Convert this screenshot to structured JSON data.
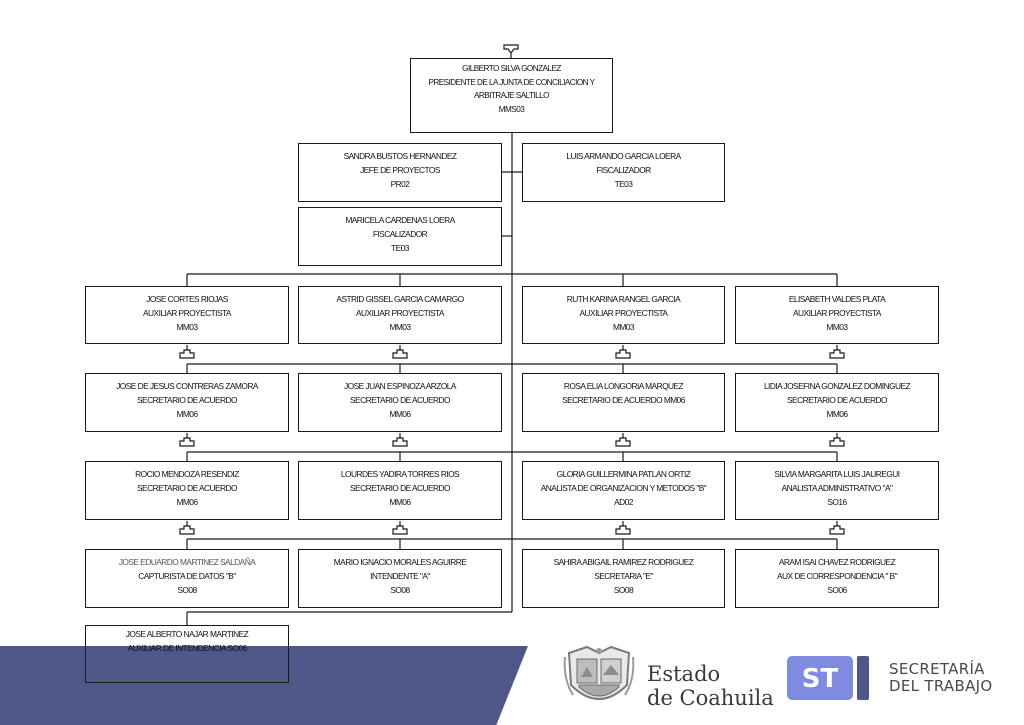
{
  "colors": {
    "band": "#4e5787",
    "st_mark": "#7f8be0",
    "st_dark": "#4e5787",
    "line": "#1a1a1a"
  },
  "root": {
    "name": "GILBERTO SILVA GONZALEZ",
    "title_line1": "PRESIDENTE DE LA JUNTA DE CONCILIACION Y",
    "title_line2": "ARBITRAJE SALTILLO",
    "code": "MMS03"
  },
  "staff": [
    {
      "name": "SANDRA BUSTOS HERNANDEZ",
      "title": "JEFE DE PROYECTOS",
      "code": "PR02"
    },
    {
      "name": "LUIS ARMANDO GARCIA LOERA",
      "title": "FISCALIZADOR",
      "code": "TE03"
    },
    {
      "name": "MARICELA CARDENAS LOERA",
      "title": "FISCALIZADOR",
      "code": "TE03"
    }
  ],
  "columns": [
    [
      {
        "name": "JOSE CORTES RIOJAS",
        "title": "AUXILIAR PROYECTISTA",
        "code": "MM03"
      },
      {
        "name": "JOSE DE JESUS CONTRERAS ZAMORA",
        "title": "SECRETARIO DE ACUERDO",
        "code": "MM06"
      },
      {
        "name": "ROCIO MENDOZA RESENDIZ",
        "title": "SECRETARIO DE ACUERDO",
        "code": "MM06"
      },
      {
        "name": "JOSE EDUARDO MARTINEZ SALDAÑA",
        "title": "CAPTURISTA DE DATOS \"B\"",
        "code": "SO08"
      },
      {
        "name": "JOSE ALBERTO NAJAR MARTINEZ",
        "title": "AUXILIAR DE INTENDENCIA SO06",
        "code": ""
      }
    ],
    [
      {
        "name": "ASTRID GISSEL GARCIA CAMARGO",
        "title": "AUXILIAR PROYECTISTA",
        "code": "MM03"
      },
      {
        "name": "JOSE JUAN ESPINOZA ARZOLA",
        "title": "SECRETARIO DE ACUERDO",
        "code": "MM06"
      },
      {
        "name": "LOURDES YADIRA TORRES RIOS",
        "title": "SECRETARIO DE ACUERDO",
        "code": "MM06"
      },
      {
        "name": "MARIO IGNACIO MORALES AGUIRRE",
        "title": "INTENDENTE \"A\"",
        "code": "SO08"
      }
    ],
    [
      {
        "name": "RUTH KARINA RANGEL GARCIA",
        "title": "AUXILIAR PROYECTISTA",
        "code": "MM03"
      },
      {
        "name": "ROSA ELIA LONGORIA MARQUEZ",
        "title": "SECRETARIO DE ACUERDO MM06",
        "code": ""
      },
      {
        "name": "GLORIA GUILLERMINA PATLAN ORTIZ",
        "title": "ANALISTA DE ORGANIZACION Y METODOS \"B\"",
        "code": "AD02"
      },
      {
        "name": "SAHIRA ABIGAIL RAMIREZ RODRIGUEZ",
        "title": "SECRETARIA \"E\"",
        "code": "SO08"
      }
    ],
    [
      {
        "name": "ELISABETH VALDES PLATA",
        "title": "AUXILIAR PROYECTISTA",
        "code": "MM03"
      },
      {
        "name": "LIDIA JOSEFINA GONZALEZ DOMINGUEZ",
        "title": "SECRETARIO DE ACUERDO",
        "code": "MM06"
      },
      {
        "name": "SILVIA MARGARITA LUIS JAUREGUI",
        "title": "ANALISTA ADMINISTRATIVO \"A\"",
        "code": "SO16"
      },
      {
        "name": "ARAM ISAI CHAVEZ RODRIGUEZ",
        "title": "AUX DE CORRESPONDENCIA \" B\"",
        "code": "SO06"
      }
    ]
  ],
  "footer": {
    "estado_line1": "Estado",
    "estado_line2": "de Coahuila",
    "st_mark": "ST",
    "st_line1": "SECRETARÍA",
    "st_line2": "DEL TRABAJO",
    "seal_icon": "coahuila-coat-of-arms-icon"
  }
}
